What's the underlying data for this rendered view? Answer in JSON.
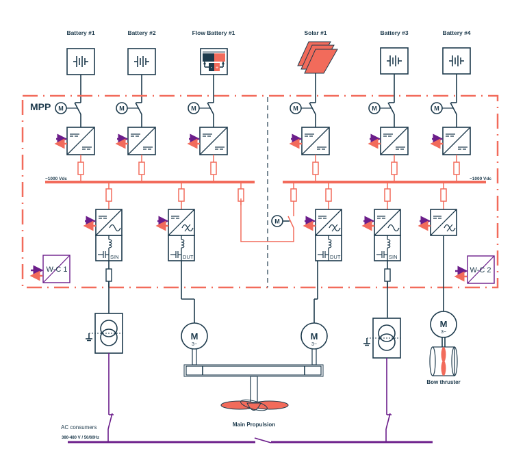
{
  "colors": {
    "primary": "#1d3a4c",
    "dc_bus": "#f26b5b",
    "ac_bus": "#6b1d8a",
    "input_arrow": "#6b1d8a",
    "output_arrow": "#f26b5b"
  },
  "sources": [
    {
      "label": "Battery #1",
      "icon": "battery-icon"
    },
    {
      "label": "Battery #2",
      "icon": "battery-icon"
    },
    {
      "label": "Flow Battery #1",
      "icon": "flow-battery-icon"
    },
    {
      "label": "Solar #1",
      "icon": "solar-panel-icon"
    },
    {
      "label": "Battery #3",
      "icon": "battery-icon"
    },
    {
      "label": "Battery #4",
      "icon": "battery-icon"
    }
  ],
  "mpp": {
    "label": "MPP",
    "dc_bus_left_label": "~1000 Vdc",
    "dc_bus_right_label": "~1000 Vdc",
    "motor_label": "M"
  },
  "inverters": [
    {
      "filter_label": "SIN",
      "waveform": "sine"
    },
    {
      "filter_label": "DUT",
      "waveform": "pwm"
    },
    {
      "filter_label": "DUT",
      "waveform": "pwm"
    },
    {
      "filter_label": "SIN",
      "waveform": "sine"
    },
    {
      "filter_label": "",
      "waveform": "pwm"
    }
  ],
  "wc_units": [
    {
      "label": "W-C 1"
    },
    {
      "label": "W-C 2"
    }
  ],
  "loads": {
    "motor_label": "M",
    "motor_phase": "3~",
    "main_propulsion_label": "Main Propulsion",
    "bow_thruster_label": "Bow thruster"
  },
  "ac_bus": {
    "consumers_label": "AC consumers",
    "rating_label": "380-480 V / 50/60Hz"
  }
}
